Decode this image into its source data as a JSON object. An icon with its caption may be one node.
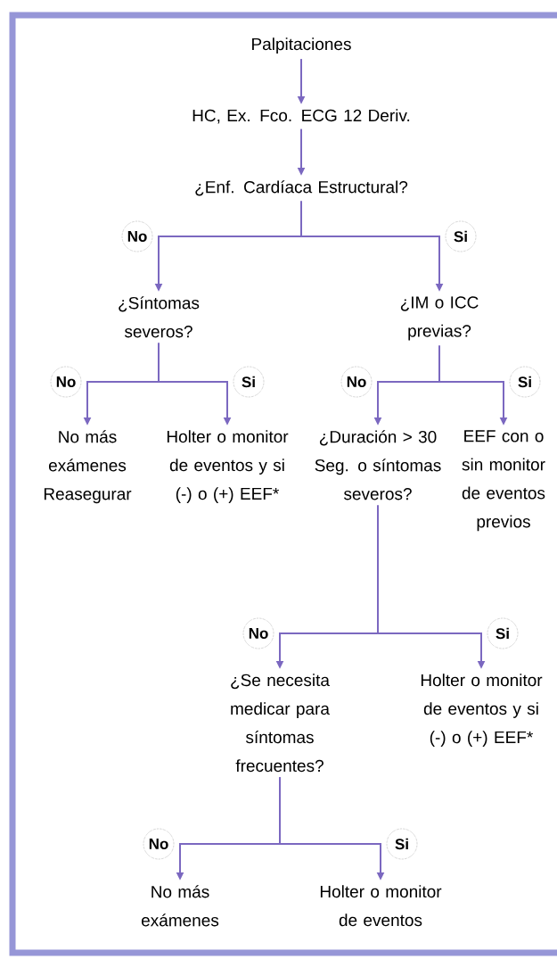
{
  "diagram": {
    "nodes": [
      {
        "text": [
          "Palpitaciones"
        ]
      },
      {
        "text": [
          "HC, Ex. Fco. ECG 12 Deriv."
        ]
      },
      {
        "text": [
          "¿Enf. Cardíaca Estructural?"
        ]
      },
      {
        "text": [
          "¿Síntomas severos?"
        ]
      },
      {
        "text": [
          "¿IM o ICC previas?"
        ]
      },
      {
        "text": [
          "No más exámenes Reasegurar"
        ]
      },
      {
        "text": [
          "Holter o monitor de eventos y si (-) o (+) EEF*"
        ]
      },
      {
        "text": [
          "¿Duración > 30 Seg. o síntomas severos?"
        ]
      },
      {
        "text": [
          "EEF con o sin monitor de eventos previos"
        ]
      },
      {
        "text": [
          "¿Se necesita medicar para síntomas frecuentes?"
        ]
      },
      {
        "text": [
          "Holter o monitor de eventos y si (-) o (+) EEF*"
        ]
      },
      {
        "text": [
          "No más exámenes"
        ]
      },
      {
        "text": [
          "Holter o monitor de eventos"
        ]
      }
    ],
    "edges": [
      {
        "from": 0,
        "to": 1,
        "arrow": "to"
      },
      {
        "from": 1,
        "to": 2,
        "arrow": "to"
      },
      {
        "from": 2,
        "to": 3,
        "arrow": "to",
        "label": "No"
      },
      {
        "from": 2,
        "to": 4,
        "arrow": "to",
        "label": "Si"
      },
      {
        "from": 3,
        "to": 5,
        "arrow": "to",
        "label": "No"
      },
      {
        "from": 3,
        "to": 6,
        "arrow": "to",
        "label": "Si"
      },
      {
        "from": 4,
        "to": 7,
        "arrow": "to",
        "label": "No"
      },
      {
        "from": 4,
        "to": 8,
        "arrow": "to",
        "label": "Si"
      },
      {
        "from": 7,
        "to": 9,
        "arrow": "to",
        "label": "No"
      },
      {
        "from": 7,
        "to": 10,
        "arrow": "to",
        "label": "Si"
      },
      {
        "from": 9,
        "to": 11,
        "arrow": "to",
        "label": "No"
      },
      {
        "from": 9,
        "to": 12,
        "arrow": "to",
        "label": "Si"
      }
    ]
  }
}
